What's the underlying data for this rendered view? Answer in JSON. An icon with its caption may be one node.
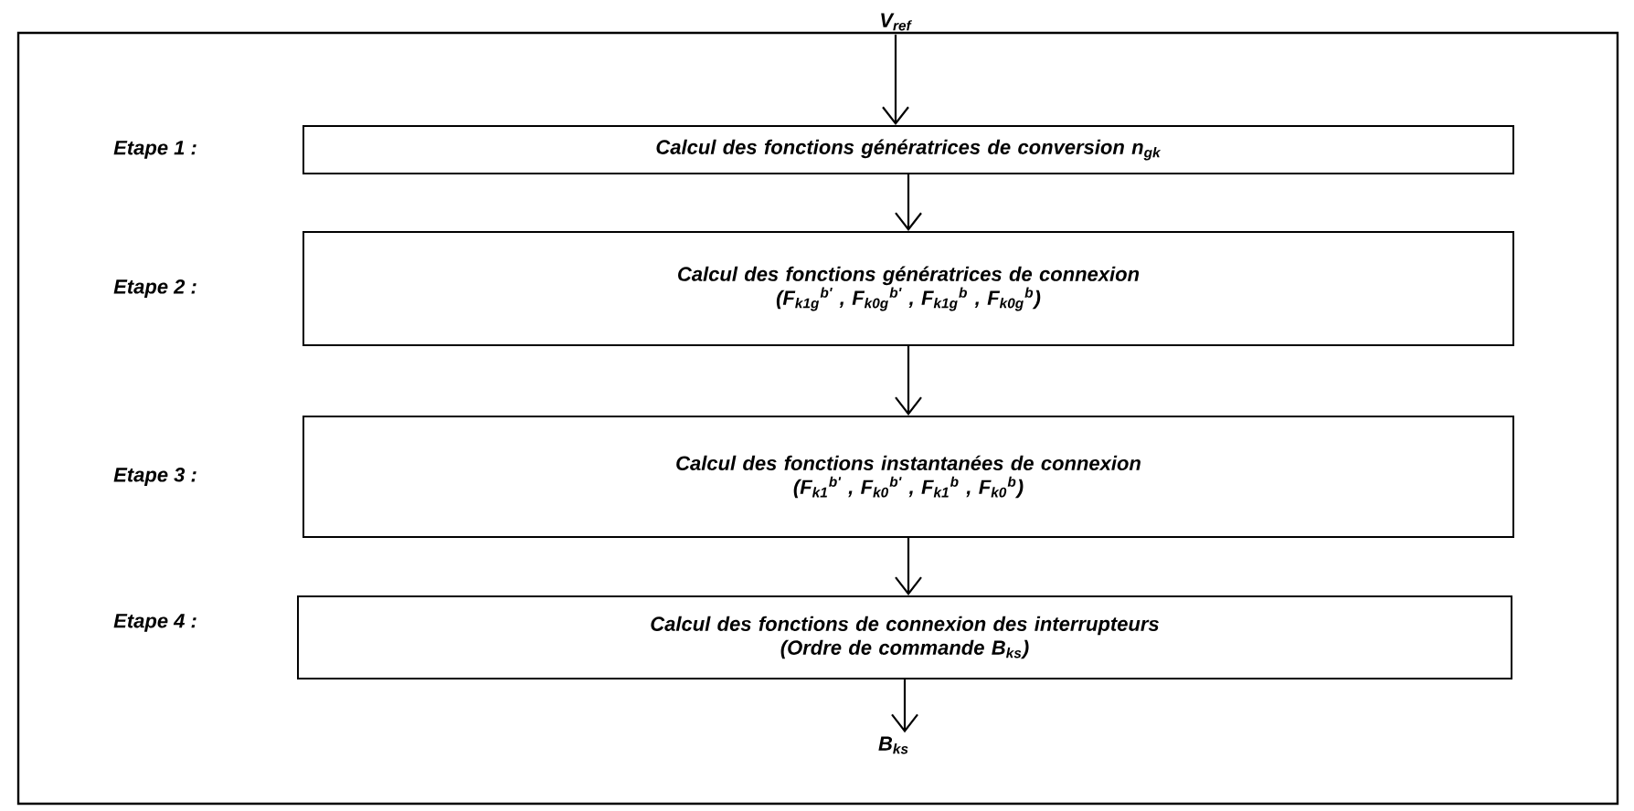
{
  "diagram": {
    "nodes": [
      {
        "text": [
          "V$_{ref}$"
        ]
      },
      {
        "text": [
          "Calcul des fonctions génératrices de conversion n$_{gk}$"
        ]
      },
      {
        "text": [
          "Calcul des fonctions génératrices de connexion",
          "(F$_{k1g}$$^{b'}$ , F$_{k0g}$$^{b'}$ , F$_{k1g}$$^{b}$ , F$_{k0g}$$^{b}$)"
        ]
      },
      {
        "text": [
          "Calcul des fonctions instantanées de connexion",
          "(F$_{k1}$$^{b'}$ , F$_{k0}$$^{b'}$ , F$_{k1}$$^{b}$ , F$_{k0}$$^{b}$)"
        ]
      },
      {
        "text": [
          "Calcul des fonctions de connexion des interrupteurs",
          "(Ordre de commande B$_{ks}$)"
        ]
      },
      {
        "text": [
          "B$_{ks}$"
        ]
      }
    ],
    "labels": [
      "Etape 1 :",
      "Etape 2 :",
      "Etape 3 :",
      "Etape 4 :"
    ],
    "edges": [
      {
        "from": 0,
        "to": 1,
        "arrow": "to"
      },
      {
        "from": 1,
        "to": 2,
        "arrow": "to"
      },
      {
        "from": 2,
        "to": 3,
        "arrow": "to"
      },
      {
        "from": 3,
        "to": 4,
        "arrow": "to"
      },
      {
        "from": 4,
        "to": 5,
        "arrow": "to"
      }
    ]
  }
}
